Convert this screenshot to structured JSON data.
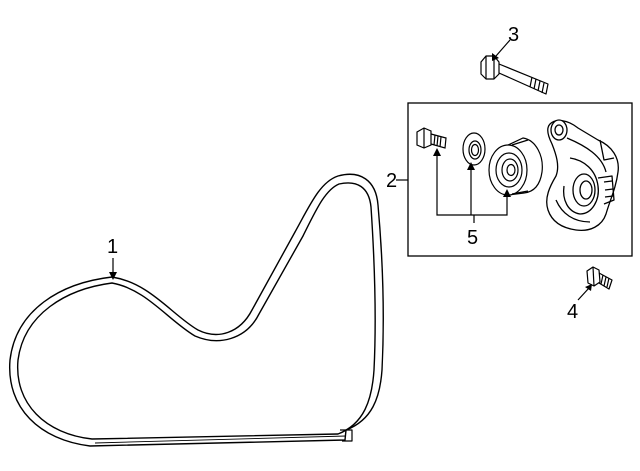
{
  "diagram": {
    "callouts": {
      "serpentine_belt": "1",
      "tensioner_assembly": "2",
      "tensioner_bolt": "3",
      "mounting_bolt": "4",
      "pulley_components": "5"
    },
    "colors": {
      "line": "#000000",
      "background": "#ffffff"
    }
  }
}
